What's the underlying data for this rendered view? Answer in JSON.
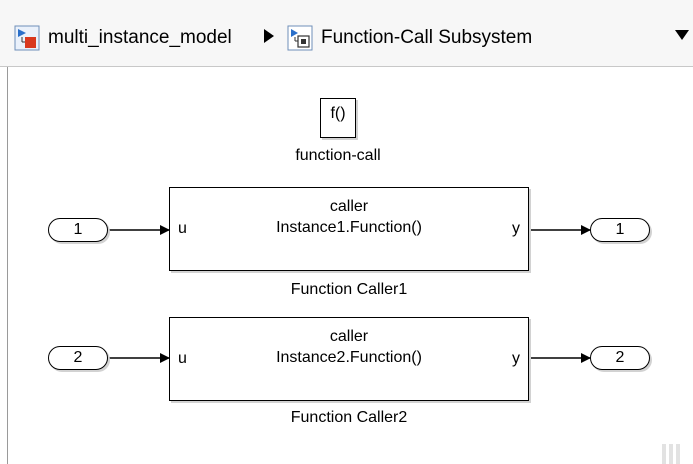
{
  "breadcrumb": {
    "model_label": "multi_instance_model",
    "subsystem_label": "Function-Call Subsystem",
    "model_icon": "simulink-model-icon",
    "separator_icon": "triangle-right-icon",
    "subsystem_icon": "subsystem-icon",
    "dropdown_icon": "triangle-down-icon"
  },
  "diagram": {
    "function_call_block": {
      "text": "f()",
      "caption": "function-call"
    },
    "callers": [
      {
        "line1": "caller",
        "line2": "Instance1.Function()",
        "input_port": "u",
        "output_port": "y",
        "caption": "Function Caller1",
        "inport": "1",
        "outport": "1"
      },
      {
        "line1": "caller",
        "line2": "Instance2.Function()",
        "input_port": "u",
        "output_port": "y",
        "caption": "Function Caller2",
        "inport": "2",
        "outport": "2"
      }
    ]
  },
  "colors": {
    "toolbar_bg": "#f7f7f7",
    "canvas_bg": "#ffffff",
    "model_icon_red": "#d9381e",
    "icon_blue": "#2a6fc9"
  }
}
